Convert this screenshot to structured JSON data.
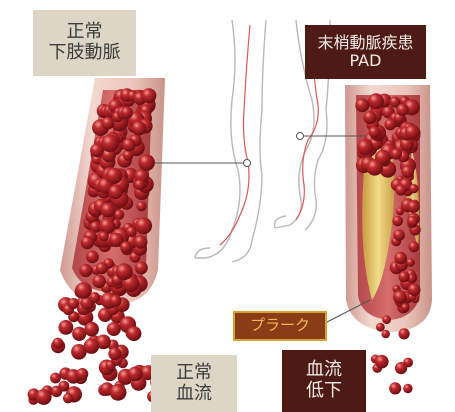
{
  "labels": {
    "normal_artery": [
      "正常",
      "下肢動脈"
    ],
    "pad": [
      "末梢動脈疾患",
      "PAD"
    ],
    "plaque": "プラーク",
    "normal_flow": [
      "正常",
      "血流"
    ],
    "reduced_flow": [
      "血流",
      "低下"
    ]
  },
  "colors": {
    "vessel_wall": "#e3b7ad",
    "blood_cell": "#a3151c",
    "plaque": "#e6c96a",
    "label_light_bg": "#ddd6c7",
    "label_dark_bg": "#4e1a16",
    "plaque_label_bg": "#8a3c17"
  }
}
